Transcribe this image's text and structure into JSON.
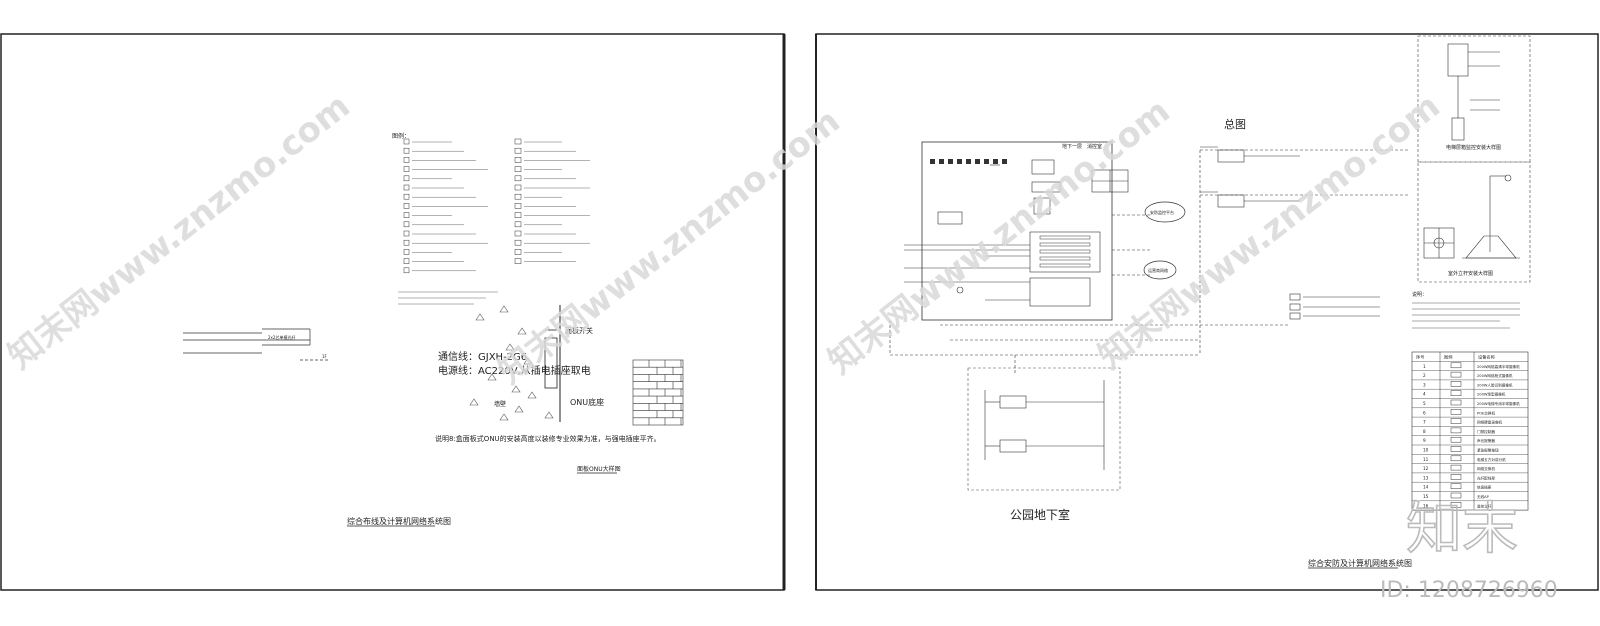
{
  "left_sheet": {
    "title": "综合布线及计算机网络系统图",
    "legend_heading": "图例：",
    "onu_label_1": "通信线：GJXH-2G6",
    "onu_label_2": "电源线：AC220V,从插电插座取电",
    "onu_panel_label": "面板开关",
    "onu_box_label": "ONU底座",
    "wall_label": "墙壁",
    "onu_note": "说明8:盒面板式ONU的安装高度以装修专业效果为准，与强电插座平齐。",
    "detail_title": "面板ONU大样图",
    "rack_small_label": "2x2芯单模光纤",
    "floor_tag": "1F"
  },
  "right_sheet": {
    "title": "综合安防及计算机网络系统图",
    "overview_label": "总图",
    "basement_label": "公园地下室",
    "control_room_label": "地下一层　消控室",
    "cloud_1": "安防监控平台",
    "cloud_2": "运营商网络",
    "detail_1_title": "电梯层箱监控安装大样图",
    "detail_2_title": "室外立杆安装大样图",
    "notes_heading": "说明：",
    "table_headers": [
      "序号",
      "图例",
      "设备名称"
    ],
    "table_rows": [
      {
        "no": "1",
        "name": "200W网络高清半球摄像机"
      },
      {
        "no": "2",
        "name": "200W网络枪式摄像机"
      },
      {
        "no": "3",
        "name": "200W人脸识别摄像机"
      },
      {
        "no": "4",
        "name": "200W球型摄像机"
      },
      {
        "no": "5",
        "name": "200W电梯专用半球摄像机"
      },
      {
        "no": "6",
        "name": "POE交换机"
      },
      {
        "no": "7",
        "name": "网络硬盘录像机"
      },
      {
        "no": "8",
        "name": "门禁控制器"
      },
      {
        "no": "9",
        "name": "声光报警器"
      },
      {
        "no": "10",
        "name": "紧急报警按钮"
      },
      {
        "no": "11",
        "name": "电梯五方对讲分机"
      },
      {
        "no": "12",
        "name": "网络交换机"
      },
      {
        "no": "13",
        "name": "光纤配线架"
      },
      {
        "no": "14",
        "name": "信息插座"
      },
      {
        "no": "15",
        "name": "无线AP"
      },
      {
        "no": "16",
        "name": "监控立杆"
      }
    ]
  },
  "watermark": {
    "text": "知末网www.znzmo.com",
    "logo": "知末",
    "id_label": "ID: 1208726960"
  }
}
